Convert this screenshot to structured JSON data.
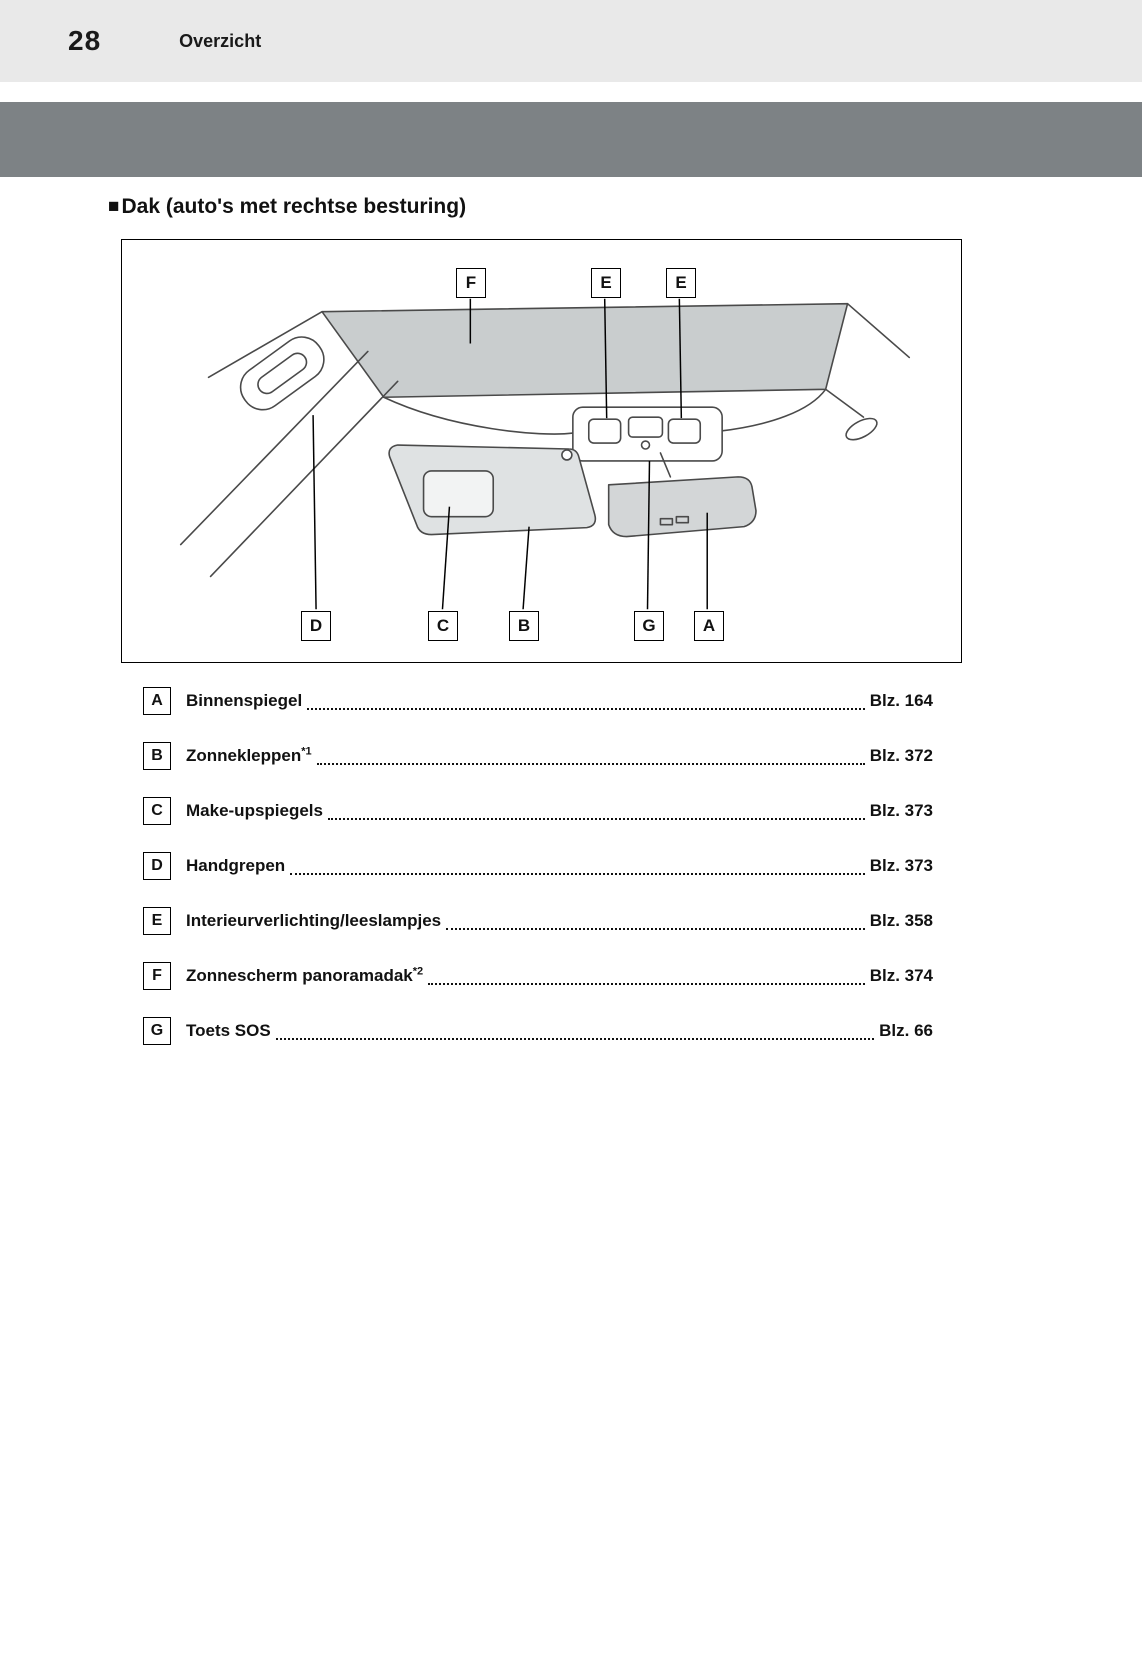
{
  "page": {
    "number": "28",
    "section": "Overzicht"
  },
  "heading": {
    "marker": "■",
    "text": "Dak (auto's met rechtse besturing)"
  },
  "colors": {
    "header_band": "#e9e9e9",
    "chapter_band": "#7d8285",
    "sunshade_fill": "#c9cdce"
  },
  "diagram": {
    "callouts": {
      "top": [
        "F",
        "E",
        "E"
      ],
      "bottom": [
        "D",
        "C",
        "B",
        "G",
        "A"
      ]
    }
  },
  "legend": {
    "items": [
      {
        "letter": "A",
        "label": "Binnenspiegel",
        "sup": "",
        "page": "Blz. 164"
      },
      {
        "letter": "B",
        "label": "Zonnekleppen",
        "sup": "*1",
        "page": "Blz. 372"
      },
      {
        "letter": "C",
        "label": "Make-upspiegels ",
        "sup": "",
        "page": "Blz. 373"
      },
      {
        "letter": "D",
        "label": "Handgrepen ",
        "sup": "",
        "page": "Blz. 373"
      },
      {
        "letter": "E",
        "label": "Interieurverlichting/leeslampjes ",
        "sup": "",
        "page": "Blz. 358"
      },
      {
        "letter": "F",
        "label": "Zonnescherm panoramadak",
        "sup": "*2",
        "page": "Blz. 374"
      },
      {
        "letter": "G",
        "label": "Toets SOS ",
        "sup": "",
        "page": "Blz. 66"
      }
    ]
  }
}
